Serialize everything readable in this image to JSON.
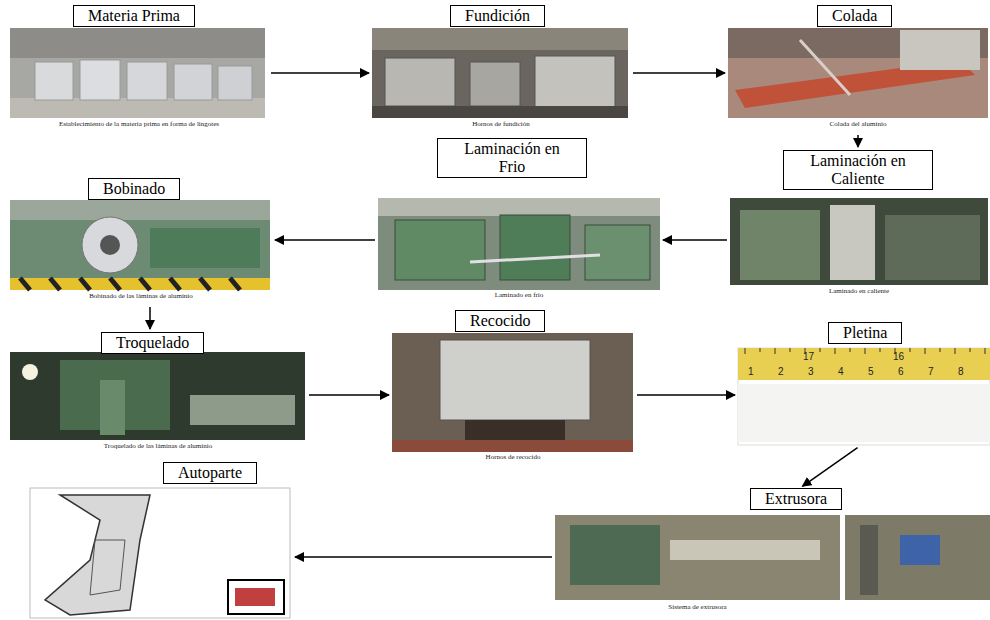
{
  "diagram": {
    "nodes": [
      {
        "text": [
          "Materia Prima",
          "Establecimiento de la materia prima en forma de lingotes"
        ]
      },
      {
        "text": [
          "Fundición",
          "Hornos de fundición"
        ]
      },
      {
        "text": [
          "Colada",
          "Colada del aluminio"
        ]
      },
      {
        "text": [
          "Laminación en Caliente",
          "Laminado en caliente"
        ]
      },
      {
        "text": [
          "Laminación en Frio",
          "Laminado en frío"
        ]
      },
      {
        "text": [
          "Bobinado",
          "Bobinado de las láminas de aluminio"
        ]
      },
      {
        "text": [
          "Troquelado",
          "Troquelado de las láminas de aluminio"
        ]
      },
      {
        "text": [
          "Recocido",
          "Hornos de recocido"
        ]
      },
      {
        "text": [
          "Pletina"
        ]
      },
      {
        "text": [
          "Extrusora",
          "Sistema de extrusora"
        ]
      },
      {
        "text": [
          "Autoparte"
        ]
      }
    ],
    "edges": [
      {
        "from": 0,
        "to": 1,
        "arrow": "to"
      },
      {
        "from": 1,
        "to": 2,
        "arrow": "to"
      },
      {
        "from": 2,
        "to": 3,
        "arrow": "to"
      },
      {
        "from": 3,
        "to": 4,
        "arrow": "to"
      },
      {
        "from": 4,
        "to": 5,
        "arrow": "to"
      },
      {
        "from": 5,
        "to": 6,
        "arrow": "to"
      },
      {
        "from": 6,
        "to": 7,
        "arrow": "to"
      },
      {
        "from": 7,
        "to": 8,
        "arrow": "to"
      },
      {
        "from": 8,
        "to": 9,
        "arrow": "to"
      },
      {
        "from": 9,
        "to": 10,
        "arrow": "to"
      }
    ],
    "labels": [
      "17",
      "16",
      "1",
      "2",
      "3",
      "4",
      "5",
      "6",
      "7",
      "8"
    ]
  }
}
